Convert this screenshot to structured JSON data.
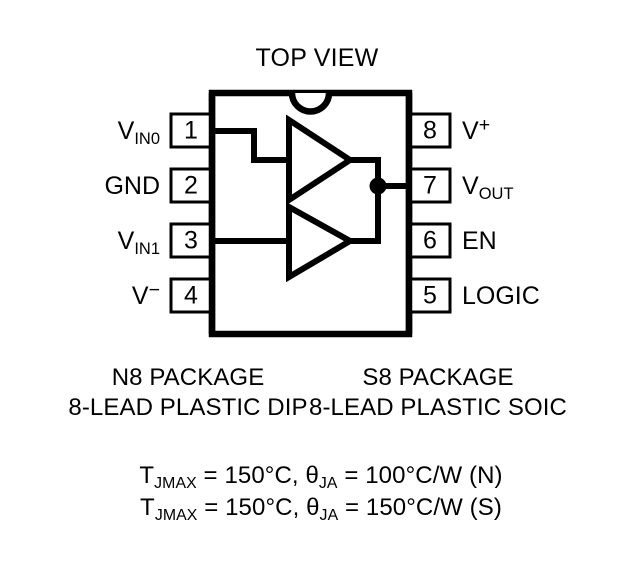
{
  "title": "TOP VIEW",
  "colors": {
    "ink": "#000000",
    "background": "#ffffff"
  },
  "package_body": {
    "notch_icon": "semicircle-notch"
  },
  "pins": {
    "left": [
      {
        "number": "1",
        "label_html": "V<sub>IN0</sub>",
        "label_text": "VIN0",
        "name": "vin0"
      },
      {
        "number": "2",
        "label_html": "GND",
        "label_text": "GND",
        "name": "gnd"
      },
      {
        "number": "3",
        "label_html": "V<sub>IN1</sub>",
        "label_text": "VIN1",
        "name": "vin1"
      },
      {
        "number": "4",
        "label_html": "V<sup>&#8722;</sup>",
        "label_text": "V-",
        "name": "v-minus"
      }
    ],
    "right": [
      {
        "number": "8",
        "label_html": "V<sup>+</sup>",
        "label_text": "V+",
        "name": "v-plus"
      },
      {
        "number": "7",
        "label_html": "V<sub>OUT</sub>",
        "label_text": "VOUT",
        "name": "vout"
      },
      {
        "number": "6",
        "label_html": "EN",
        "label_text": "EN",
        "name": "en"
      },
      {
        "number": "5",
        "label_html": "LOGIC",
        "label_text": "LOGIC",
        "name": "logic"
      }
    ]
  },
  "packages": [
    {
      "name_line": "N8 PACKAGE",
      "desc_line": "8-LEAD PLASTIC DIP"
    },
    {
      "name_line": "S8 PACKAGE",
      "desc_line": "8-LEAD PLASTIC SOIC"
    }
  ],
  "thermal": [
    {
      "html": "T<sub>JMAX</sub> = 150&#176;C, &#952;<sub>JA</sub> = 100&#176;C/W (N)",
      "text": "TJMAX = 150C, theta-JA = 100C/W (N)"
    },
    {
      "html": "T<sub>JMAX</sub> = 150&#176;C, &#952;<sub>JA</sub> = 150&#176;C/W (S)",
      "text": "TJMAX = 150C, theta-JA = 150C/W (S)"
    }
  ],
  "internal_schematic": {
    "buffers": [
      {
        "name": "buffer-upper"
      },
      {
        "name": "buffer-lower"
      }
    ],
    "junction": {
      "name": "output-junction-dot"
    }
  }
}
